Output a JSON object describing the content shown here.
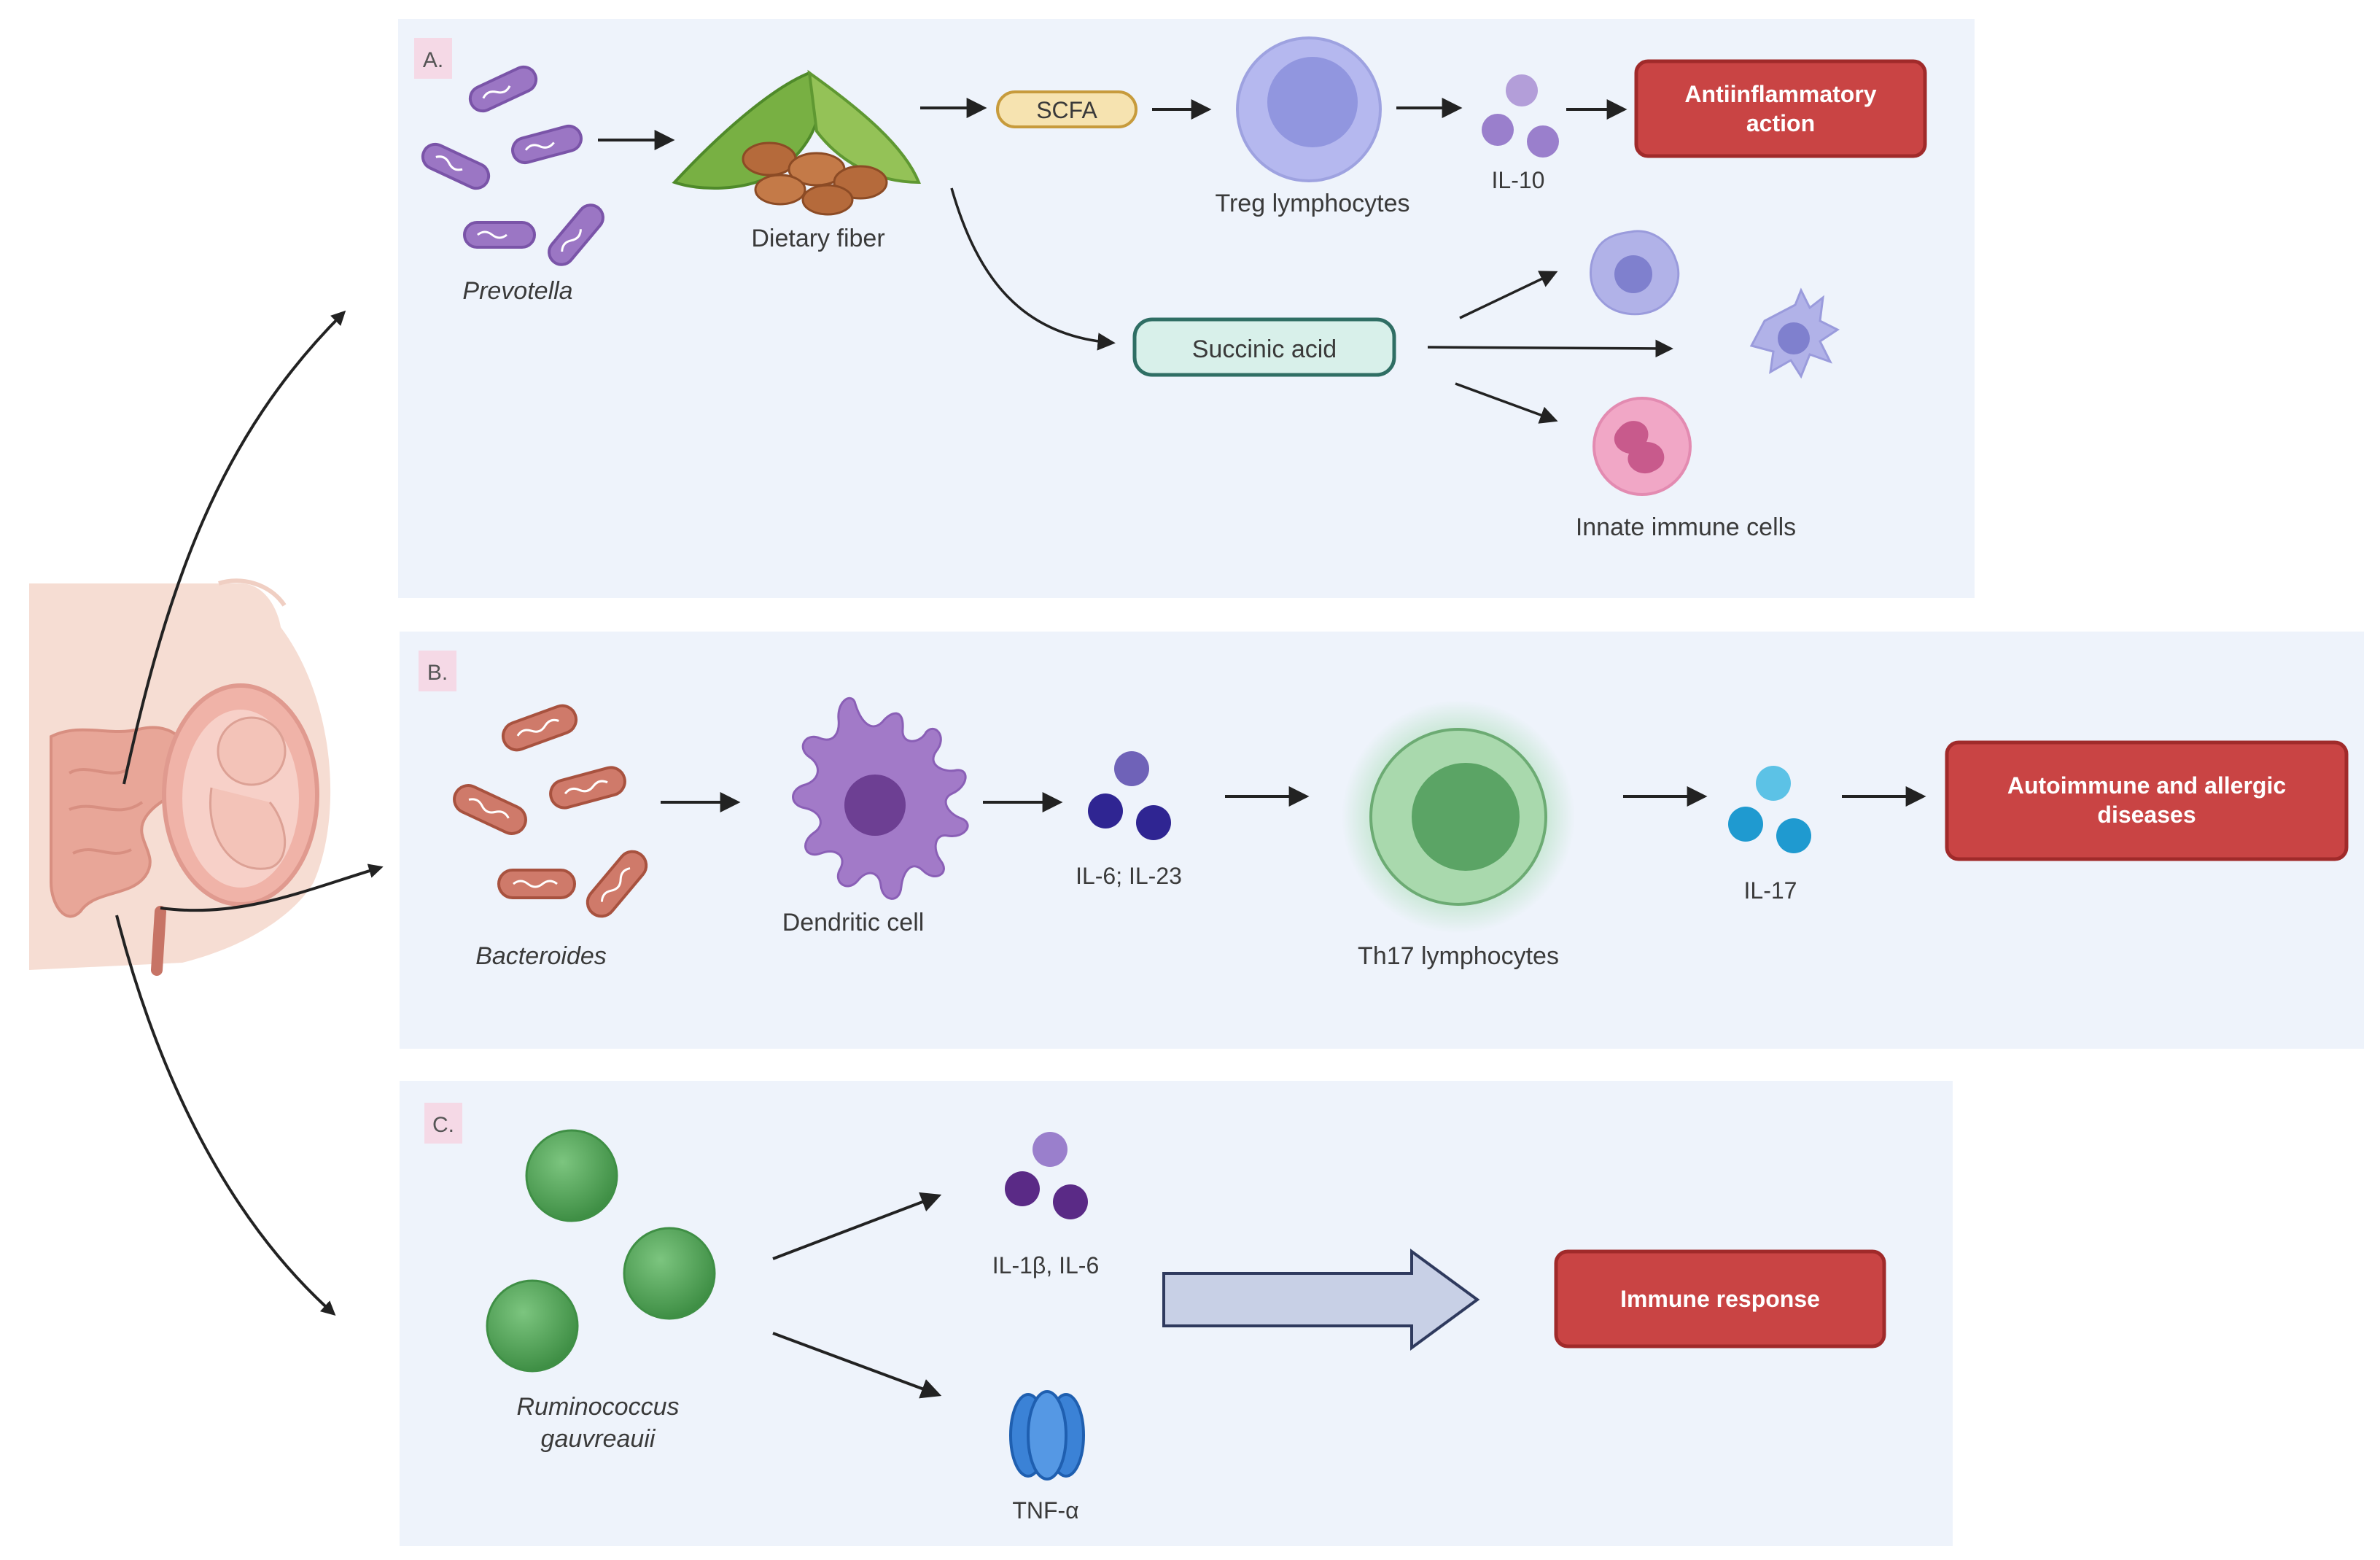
{
  "panels": {
    "a": {
      "letter": "A.",
      "bacteria_label": "Prevotella",
      "fiber_label": "Dietary fiber",
      "scfa_label": "SCFA",
      "treg_label": "Treg lymphocytes",
      "il10_label": "IL-10",
      "outcome_line1": "Antiinflammatory",
      "outcome_line2": "action",
      "succinic_label": "Succinic acid",
      "innate_label": "Innate immune cells"
    },
    "b": {
      "letter": "B.",
      "bacteria_label": "Bacteroides",
      "dendritic_label": "Dendritic cell",
      "il6_23_label": "IL-6; IL-23",
      "th17_label": "Th17 lymphocytes",
      "il17_label": "IL-17",
      "outcome_line1": "Autoimmune and allergic",
      "outcome_line2": "diseases"
    },
    "c": {
      "letter": "C.",
      "bacteria_line1": "Ruminococcus",
      "bacteria_line2": "gauvreauii",
      "il1_label": "IL-1β, IL-6",
      "tnf_label": "TNF-α",
      "outcome_label": "Immune response"
    }
  },
  "colors": {
    "panel_bg": "#eef3fb",
    "outcome_box": "#c94444",
    "outcome_border": "#a02a2a",
    "prevotella": "#9b76c4",
    "bacteroides": "#cf7a6a",
    "ruminococcus": "#5aa35e",
    "th17": "#8cc494",
    "tnf": "#3b82d6",
    "treg": "#a9ace8",
    "scfa": "#f6e3b0",
    "succinic": "#d8f0ea"
  }
}
